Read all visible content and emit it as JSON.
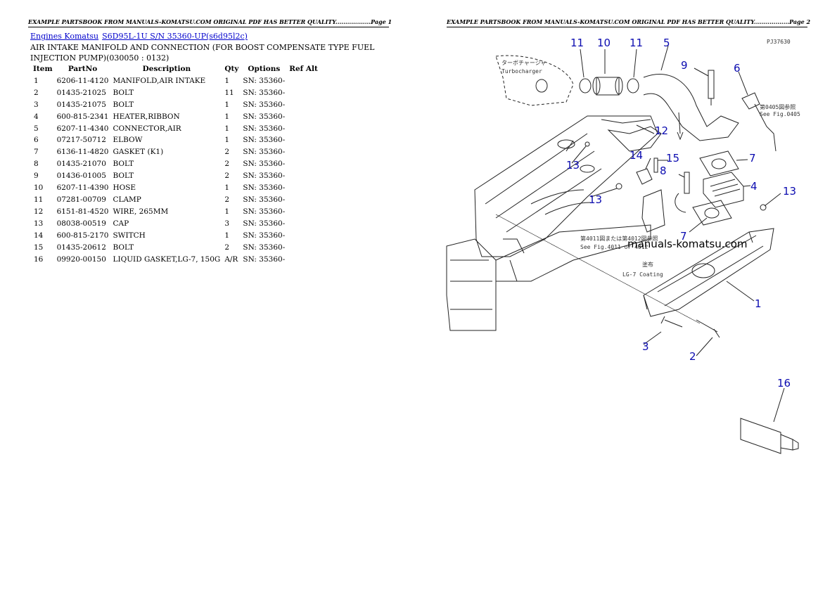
{
  "page1": {
    "header": "EXAMPLE PARTSBOOK FROM MANUALS-KOMATSU.COM ORIGINAL PDF HAS BETTER QUALITY..................Page 1",
    "breadcrumb": {
      "link1": "Engines Komatsu",
      "link2": "S6D95L-1U S/N 35360-UP(s6d95l2c)"
    },
    "title": "AIR INTAKE MANIFOLD AND CONNECTION (FOR BOOST COMPENSATE TYPE FUEL INJECTION PUMP)(030050 : 0132)",
    "table": {
      "headers": [
        "Item",
        "PartNo",
        "Description",
        "Qty",
        "Options",
        "Ref Alt"
      ],
      "rows": [
        {
          "item": "1",
          "part": "6206-11-4120",
          "desc": "MANIFOLD,AIR INTAKE",
          "qty": "1",
          "opt": "SN: 35360-"
        },
        {
          "item": "2",
          "part": "01435-21025",
          "desc": "BOLT",
          "qty": "11",
          "opt": "SN: 35360-"
        },
        {
          "item": "3",
          "part": "01435-21075",
          "desc": "BOLT",
          "qty": "1",
          "opt": "SN: 35360-"
        },
        {
          "item": "4",
          "part": "600-815-2341",
          "desc": "HEATER,RIBBON",
          "qty": "1",
          "opt": "SN: 35360-"
        },
        {
          "item": "5",
          "part": "6207-11-4340",
          "desc": "CONNECTOR,AIR",
          "qty": "1",
          "opt": "SN: 35360-"
        },
        {
          "item": "6",
          "part": "07217-50712",
          "desc": "ELBOW",
          "qty": "1",
          "opt": "SN: 35360-"
        },
        {
          "item": "7",
          "part": "6136-11-4820",
          "desc": "GASKET (K1)",
          "qty": "2",
          "opt": "SN: 35360-"
        },
        {
          "item": "8",
          "part": "01435-21070",
          "desc": "BOLT",
          "qty": "2",
          "opt": "SN: 35360-"
        },
        {
          "item": "9",
          "part": "01436-01005",
          "desc": "BOLT",
          "qty": "2",
          "opt": "SN: 35360-"
        },
        {
          "item": "10",
          "part": "6207-11-4390",
          "desc": "HOSE",
          "qty": "1",
          "opt": "SN: 35360-"
        },
        {
          "item": "11",
          "part": "07281-00709",
          "desc": "CLAMP",
          "qty": "2",
          "opt": "SN: 35360-"
        },
        {
          "item": "12",
          "part": "6151-81-4520",
          "desc": "WIRE, 265MM",
          "qty": "1",
          "opt": "SN: 35360-"
        },
        {
          "item": "13",
          "part": "08038-00519",
          "desc": "CAP",
          "qty": "3",
          "opt": "SN: 35360-"
        },
        {
          "item": "14",
          "part": "600-815-2170",
          "desc": "SWITCH",
          "qty": "1",
          "opt": "SN: 35360-"
        },
        {
          "item": "15",
          "part": "01435-20612",
          "desc": "BOLT",
          "qty": "2",
          "opt": "SN: 35360-"
        },
        {
          "item": "16",
          "part": "09920-00150",
          "desc": "LIQUID GASKET,LG-7, 150G",
          "qty": "A/R",
          "opt": "SN: 35360-"
        }
      ]
    }
  },
  "page2": {
    "header": "EXAMPLE PARTSBOOK FROM MANUALS-KOMATSU.COM ORIGINAL PDF HAS BETTER QUALITY..................Page 2",
    "diagram": {
      "code": "PJ37630",
      "watermark": "manuals-komatsu.com",
      "notes": {
        "turbo_jp": "ターボチャージャ",
        "turbo_en": "Turbocharger",
        "fig_ref_jp": "第0405図参照",
        "fig_ref_en": "See Fig.0405",
        "fig4011_jp": "第4011図または第4012図参照",
        "fig4011_en": "See Fig.4011 or 4012",
        "coating_jp": "塗布",
        "coating_en": "LG-7 Coating"
      },
      "callouts": [
        "11",
        "10",
        "11",
        "5",
        "9",
        "6",
        "12",
        "13",
        "14",
        "15",
        "7",
        "8",
        "4",
        "13",
        "13",
        "7",
        "1",
        "3",
        "2",
        "16"
      ]
    }
  }
}
